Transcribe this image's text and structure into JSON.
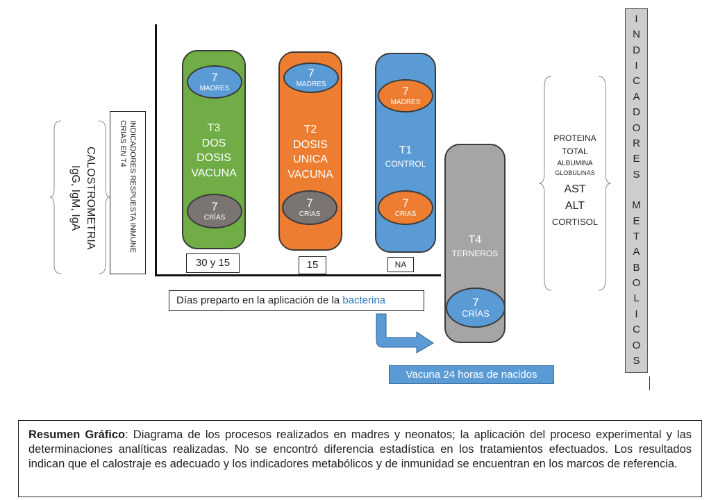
{
  "left": {
    "calostrometria": "CALOSTROMETRIA",
    "immunoglobulins": "IgG, IgM, IgA",
    "indicadores_line1": "INDICADORES RESPUESTA INMUNE",
    "indicadores_line2": "CRIAS  EN  T4"
  },
  "treatments": {
    "t3": {
      "line1": "T3",
      "line2": "DOS",
      "line3": "DOSIS",
      "line4": "VACUNA",
      "madres_num": "7",
      "madres_lbl": "MADRES",
      "crias_num": "7",
      "crias_lbl": "CRÍAS",
      "days": "30 y 15"
    },
    "t2": {
      "line1": "T2",
      "line2": "DOSIS",
      "line3": "UNICA",
      "line4": "VACUNA",
      "madres_num": "7",
      "madres_lbl": "MADRES",
      "crias_num": "7",
      "crias_lbl": "CRÍAS",
      "days": "15"
    },
    "t1": {
      "line1": "T1",
      "line2": "CONTROL",
      "madres_num": "7",
      "madres_lbl": "MADRES",
      "crias_num": "7",
      "crias_lbl": "CRÍAS",
      "days": "NA"
    },
    "t4": {
      "line1": "T4",
      "line2": "TERNEROS",
      "crias_num": "7",
      "crias_lbl": "CRÍAS"
    }
  },
  "days_caption": {
    "prefix": "Días preparto en la aplicación de la ",
    "highlight": "bacterina"
  },
  "vacuna_label": "Vacuna 24 horas de nacidos",
  "metabolic": {
    "proteina": "PROTEINA",
    "total": "TOTAL",
    "albumina": "ALBUMINA",
    "globulinas": "GLOBULINAS",
    "ast": "AST",
    "alt": "ALT",
    "cortisol": "CORTISOL"
  },
  "vertical_letters": [
    "I",
    "N",
    "D",
    "I",
    "C",
    "A",
    "D",
    "O",
    "R",
    "E",
    "S",
    "",
    "M",
    "E",
    "T",
    "A",
    "B",
    "O",
    "L",
    "I",
    "C",
    "O",
    "S"
  ],
  "summary": {
    "bold": "Resumen Gráfico",
    "text": ": Diagrama de los procesos realizados en madres y neonatos; la aplicación del proceso experimental y las determinaciones analíticas realizadas. No se encontró diferencia estadística en los tratamientos efectuados. Los resultados indican que el calostraje es adecuado y los indicadores metabólicos y de inmunidad se encuentran en los marcos de referencia."
  },
  "colors": {
    "green": "#70ad47",
    "orange": "#ed7d31",
    "blue": "#5b9bd5",
    "gray": "#a5a5a5",
    "bacterina": "#2e75b6"
  }
}
